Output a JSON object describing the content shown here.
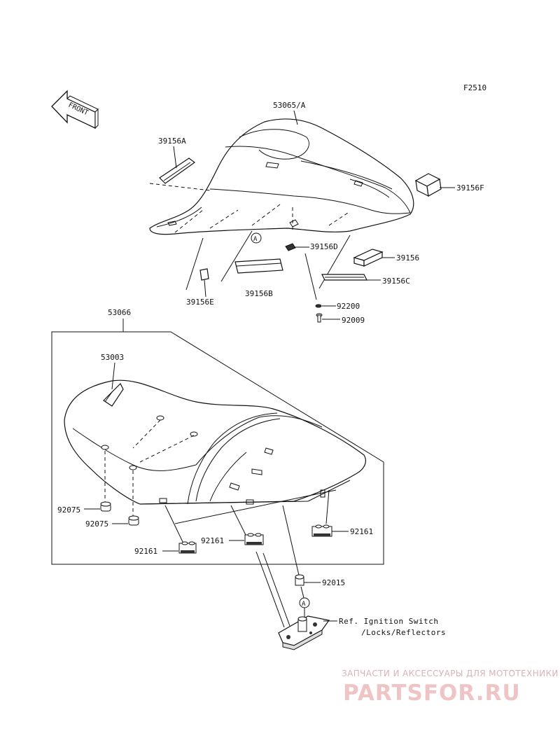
{
  "diagram": {
    "code": "F2510",
    "front_arrow": "FRONT",
    "parts": {
      "rear_cover": "53065/A",
      "pad_a": "39156A",
      "pad_f": "39156F",
      "pad_d": "39156D",
      "pad": "39156",
      "pad_c": "39156C",
      "pad_b": "39156B",
      "pad_e": "39156E",
      "washer": "92200",
      "bolt": "92009",
      "seat_assy": "53066",
      "seat_cover": "53003",
      "damper_1": "92075",
      "damper_2": "92075",
      "collar_1": "92161",
      "collar_2": "92161",
      "collar_3": "92161",
      "collar_4": "92015"
    },
    "callout_a1": "A",
    "callout_a2": "A",
    "ref_line1": "Ref. Ignition Switch",
    "ref_line2": "/Locks/Reflectors"
  },
  "watermark": {
    "line1": "ЗАПЧАСТИ И АКСЕССУАРЫ ДЛЯ МОТОТЕХНИКИ",
    "line2": "PARTSFOR.RU",
    "color": "#efc4c4"
  }
}
